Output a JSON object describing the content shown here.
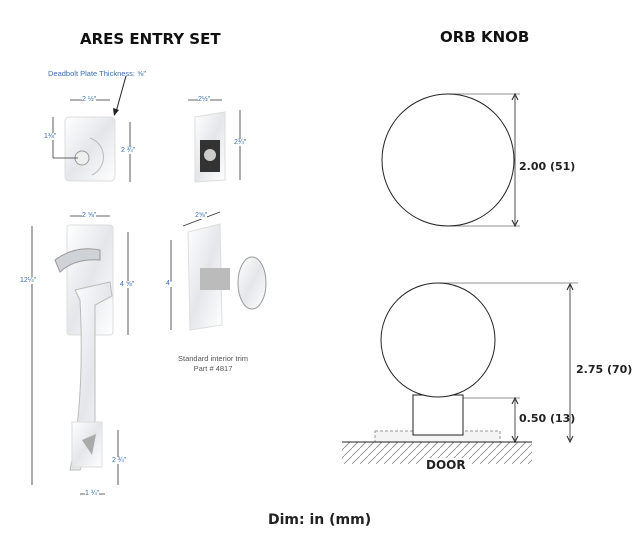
{
  "left_title": "ARES ENTRY SET",
  "right_title": "ORB KNOB",
  "deadbolt_note": "Deadbolt Plate Thickness: ⅝\"",
  "deadbolt_dims": {
    "width": "2 ½\"",
    "height": "2 ¾\"",
    "cyl_height": "1⅜\""
  },
  "interior_deadbolt_dims": {
    "width": "2½\"",
    "height": "2¾\""
  },
  "handle_dims": {
    "plate_width": "2 ⅝\"",
    "plate_height": "4 ⅝\"",
    "overall": "12¼\"",
    "bottom_height": "2 ¾\"",
    "bottom_width": "1 ¾\""
  },
  "interior_trim_dims": {
    "width": "2⅝\"",
    "height": "4\""
  },
  "interior_trim_note": [
    "Standard interior trim",
    "Part # 4817"
  ],
  "knob_dims": {
    "diameter": "2.00 (51)",
    "overall": "2.75 (70)",
    "rose": "0.50 (13)"
  },
  "door_label": "DOOR",
  "units": "Dim: in (mm)"
}
